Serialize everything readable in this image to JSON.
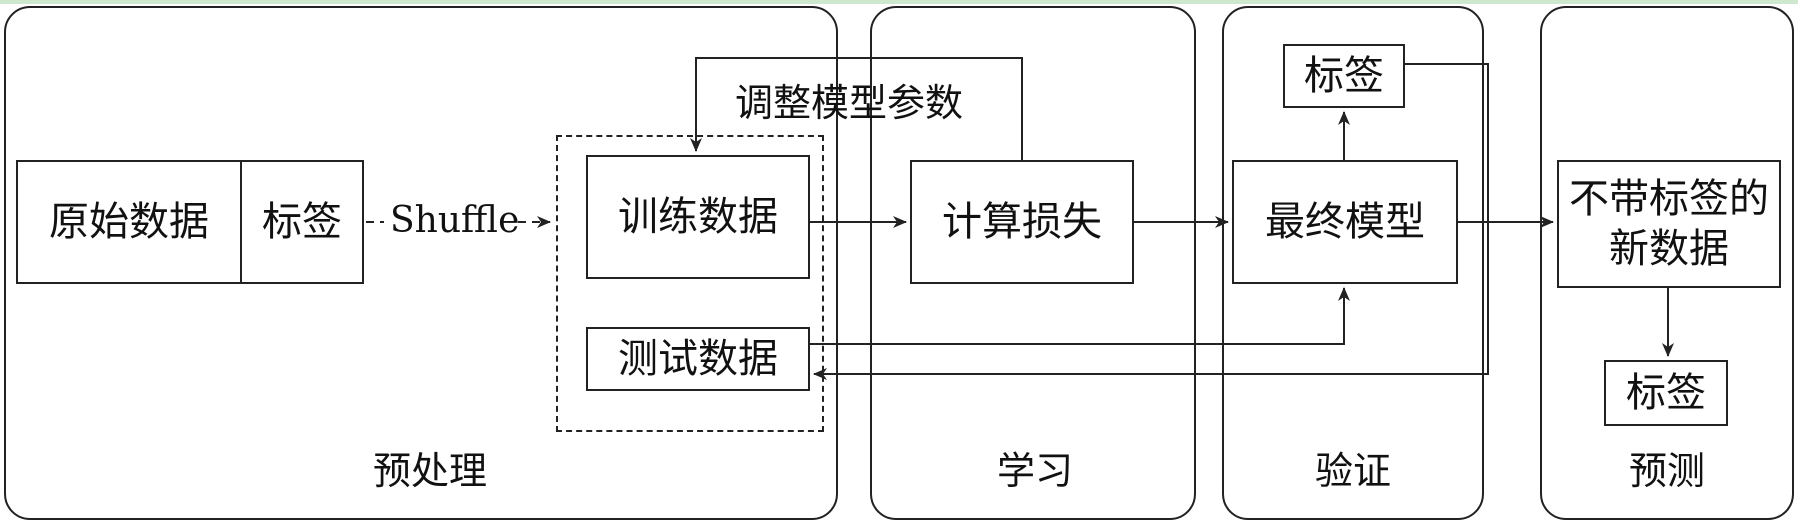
{
  "panels": {
    "preprocess": "预处理",
    "learning": "学习",
    "validation": "验证",
    "prediction": "预测"
  },
  "boxes": {
    "raw_data": "原始数据",
    "raw_label": "标签",
    "train_data": "训练数据",
    "test_data": "测试数据",
    "compute_loss": "计算损失",
    "final_model": "最终模型",
    "val_label": "标签",
    "new_data_line1": "不带标签的",
    "new_data_line2": "新数据",
    "pred_label": "标签"
  },
  "annotations": {
    "shuffle": "Shuffle",
    "adjust_params": "调整模型参数"
  }
}
